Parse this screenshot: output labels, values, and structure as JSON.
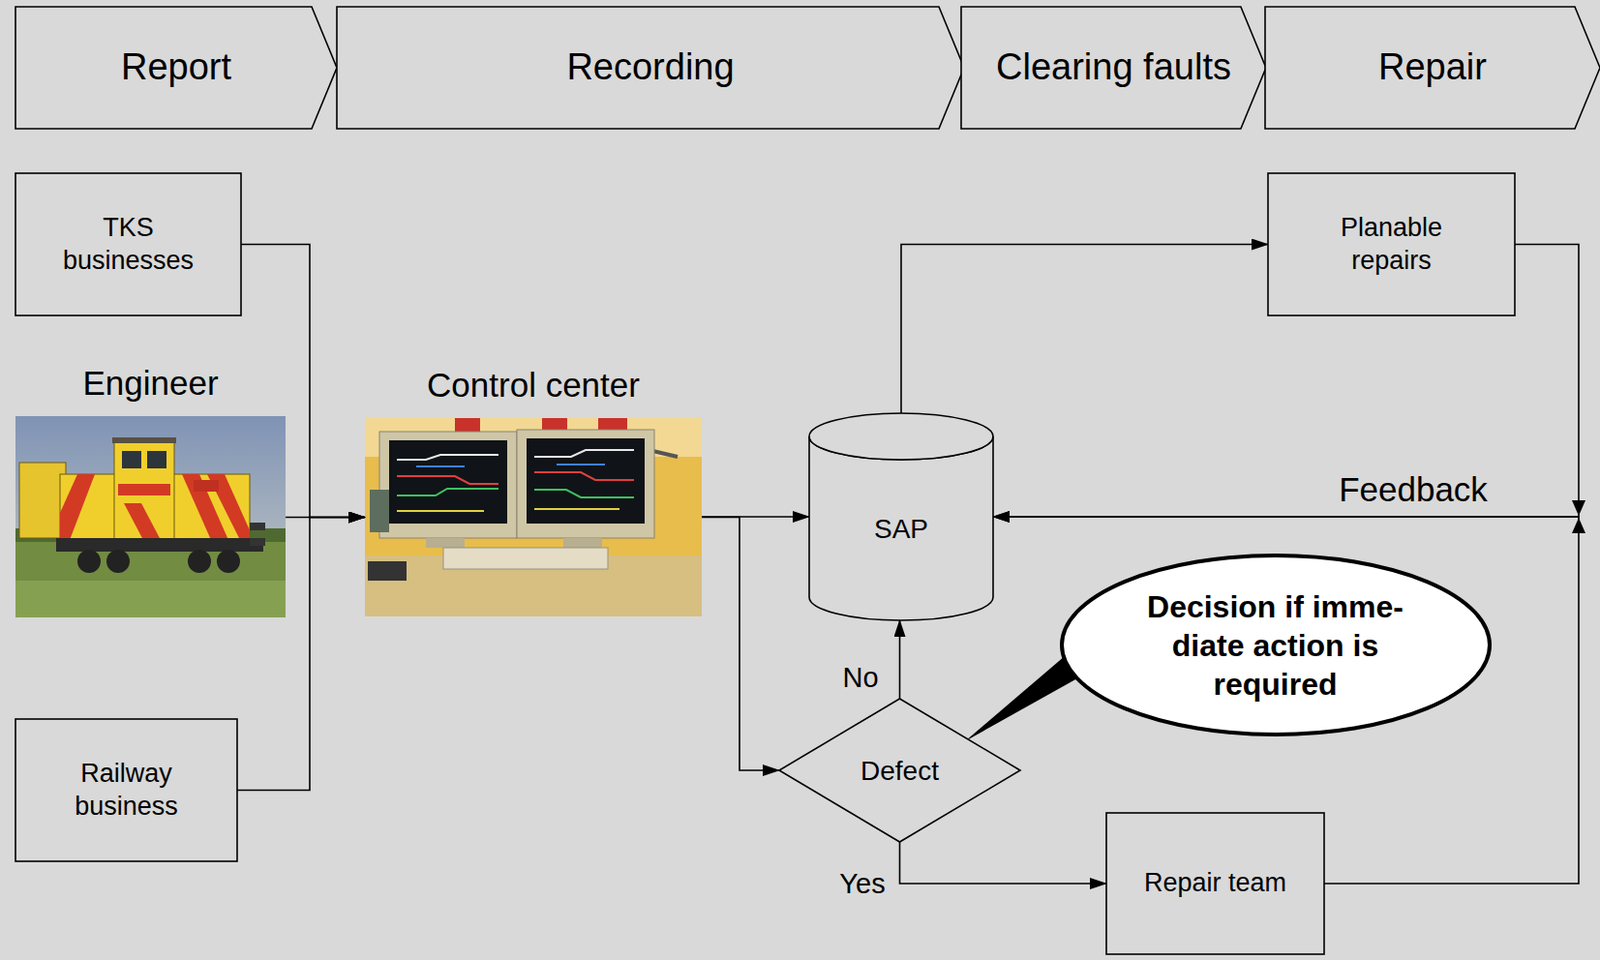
{
  "diagram": {
    "nodes": [
      {
        "text": [
          "Report"
        ]
      },
      {
        "text": [
          "Recording"
        ]
      },
      {
        "text": [
          "Clearing faults"
        ]
      },
      {
        "text": [
          "Repair"
        ]
      },
      {
        "text": [
          "TKS businesses"
        ]
      },
      {
        "text": [
          "Planable repairs"
        ]
      },
      {
        "text": [
          "Engineer"
        ]
      },
      {
        "text": [
          "Control center"
        ]
      },
      {
        "text": [
          "SAP"
        ]
      },
      {
        "text": [
          "Decision if imme- diate action is required"
        ]
      },
      {
        "text": [
          "Defect"
        ]
      },
      {
        "text": [
          "Railway business"
        ]
      },
      {
        "text": [
          "Repair team"
        ]
      }
    ],
    "edges": [
      {
        "from": 4,
        "to": 7,
        "arrow": "to"
      },
      {
        "from": 6,
        "to": 7,
        "arrow": "to"
      },
      {
        "from": 11,
        "to": 7,
        "arrow": "to"
      },
      {
        "from": 7,
        "to": 8,
        "arrow": "to"
      },
      {
        "from": 7,
        "to": 10,
        "arrow": "to"
      },
      {
        "from": 10,
        "to": 8,
        "label": "No",
        "arrow": "to"
      },
      {
        "from": 10,
        "to": 12,
        "label": "Yes",
        "arrow": "to"
      },
      {
        "from": 8,
        "to": 5,
        "arrow": "to"
      },
      {
        "from": 5,
        "to": 8,
        "arrow": "to"
      },
      {
        "from": 12,
        "to": 8,
        "label": "Feedback",
        "arrow": "to"
      }
    ]
  }
}
